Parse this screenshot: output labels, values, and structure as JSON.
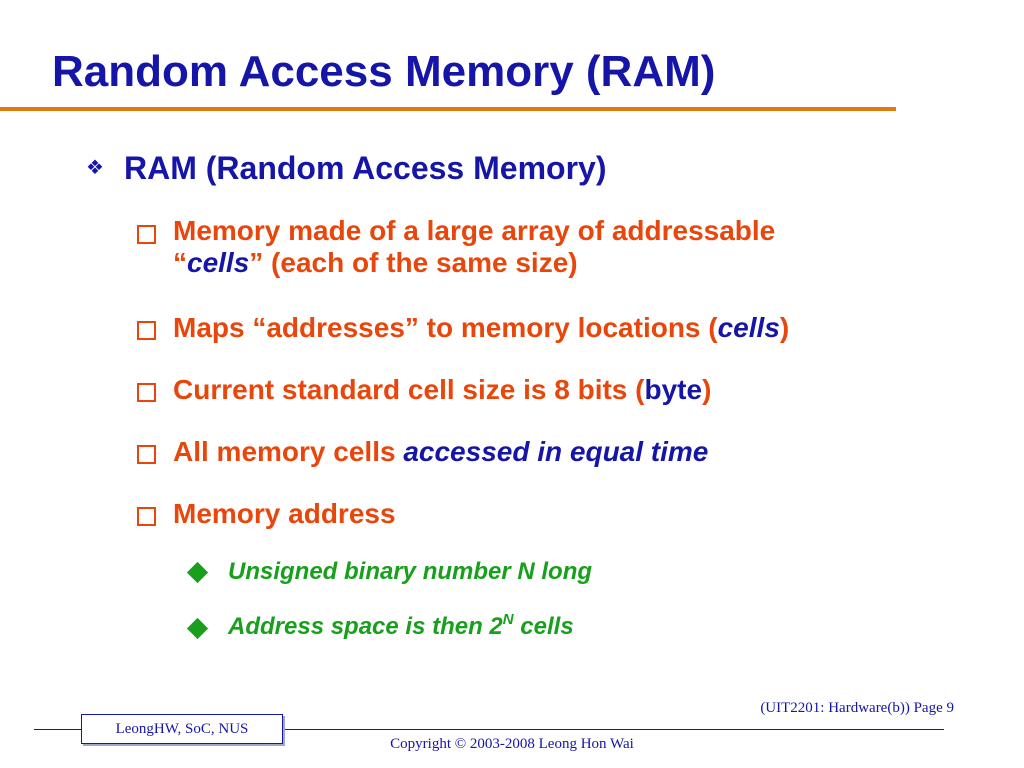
{
  "slide": {
    "title": "Random Access Memory (RAM)",
    "main_bullet": "RAM (Random Access Memory)",
    "item1_line1": "Memory made of a large array of addressable",
    "item1_line2_q_open": "“",
    "item1_line2_cells": "cells",
    "item1_line2_rest": "” (each of the same size)",
    "item2_text": "Maps “addresses” to memory locations (",
    "item2_cells": "cells",
    "item2_close": ")",
    "item3_text": "Current standard cell size is 8 bits (",
    "item3_byte": "byte",
    "item3_close": ")",
    "item4_text": "All memory cells ",
    "item4_emph": "accessed in equal time",
    "item5_text": "Memory address",
    "sub1": "Unsigned binary number N long",
    "sub2_text": "Address space is then 2",
    "sub2_sup": "N",
    "sub2_rest": " cells"
  },
  "footer": {
    "page_ref": "(UIT2201: Hardware(b)) Page 9",
    "author": "LeongHW, SoC, NUS",
    "copyright": "Copyright © 2003-2008 Leong Hon Wai"
  },
  "colors": {
    "title": "#1515a8",
    "rule": "#e07a0e",
    "level2": "#e8460a",
    "level3": "#18a01c"
  },
  "icons": {
    "main_bullet": "four-diamond-bullet-icon",
    "level2_bullet": "hollow-square-bullet-icon",
    "level3_bullet": "filled-diamond-bullet-icon"
  }
}
